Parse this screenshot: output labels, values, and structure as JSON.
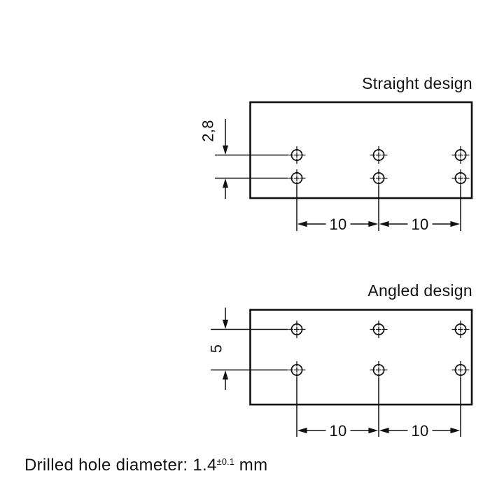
{
  "canvas": {
    "background": "#ffffff",
    "ink": "#111111"
  },
  "panels": {
    "straight": {
      "title": "Straight design",
      "row_pitch": "2,8",
      "pitch_left": "10",
      "pitch_right": "10"
    },
    "angled": {
      "title": "Angled design",
      "row_pitch": "5",
      "pitch_left": "10",
      "pitch_right": "10"
    }
  },
  "footer": {
    "label": "Drilled hole diameter:",
    "value": "1.4",
    "tolerance": "±0.1",
    "unit": "mm"
  }
}
